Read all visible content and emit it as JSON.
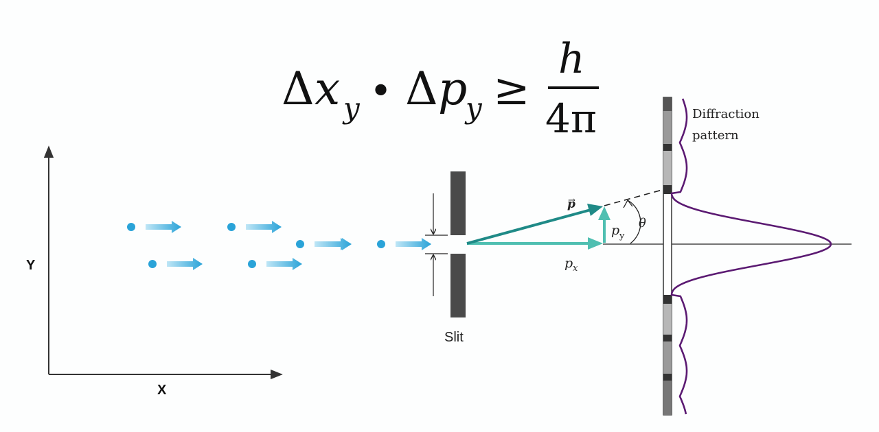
{
  "formula": {
    "delta1": "Δ",
    "x": "x",
    "x_sub": "y",
    "bullet": "•",
    "delta2": "Δ",
    "p": "p",
    "p_sub": "y",
    "geq": "≥",
    "numerator": "h",
    "denominator": "4π"
  },
  "axes": {
    "y_label": "Y",
    "x_label": "X"
  },
  "slit": {
    "label": "Slit"
  },
  "vectors": {
    "p_label": "p",
    "px_label": "p",
    "px_sub": "x",
    "py_label": "p",
    "py_sub": "y",
    "theta_label": "θ"
  },
  "pattern": {
    "label_line1": "Diffraction",
    "label_line2": "pattern"
  },
  "colors": {
    "particle": "#2aa3d8",
    "arrow_fill": "#4bb8e6",
    "momentum_dark": "#1f8a87",
    "momentum_light": "#4fbfb1",
    "diffraction_curve": "#5b1a72",
    "barrier": "#4a4a4a"
  }
}
